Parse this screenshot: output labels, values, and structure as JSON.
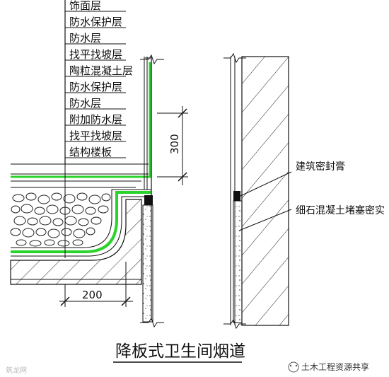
{
  "layer_labels": [
    "饰面层",
    "防水保护层",
    "防水层",
    "找平找坡层",
    "陶粒混凝土层",
    "防水保护层",
    "防水层",
    "附加防水层",
    "找平找坡层",
    "结构楼板"
  ],
  "callouts": {
    "sealant": "建筑密封膏",
    "fill": "细石混凝土堵塞密实"
  },
  "dimensions": {
    "vertical": "300",
    "horizontal": "200"
  },
  "title": "降板式卫生间烟道",
  "watermark_right": "土木工程资源共享",
  "watermark_left": "筑龙网"
}
